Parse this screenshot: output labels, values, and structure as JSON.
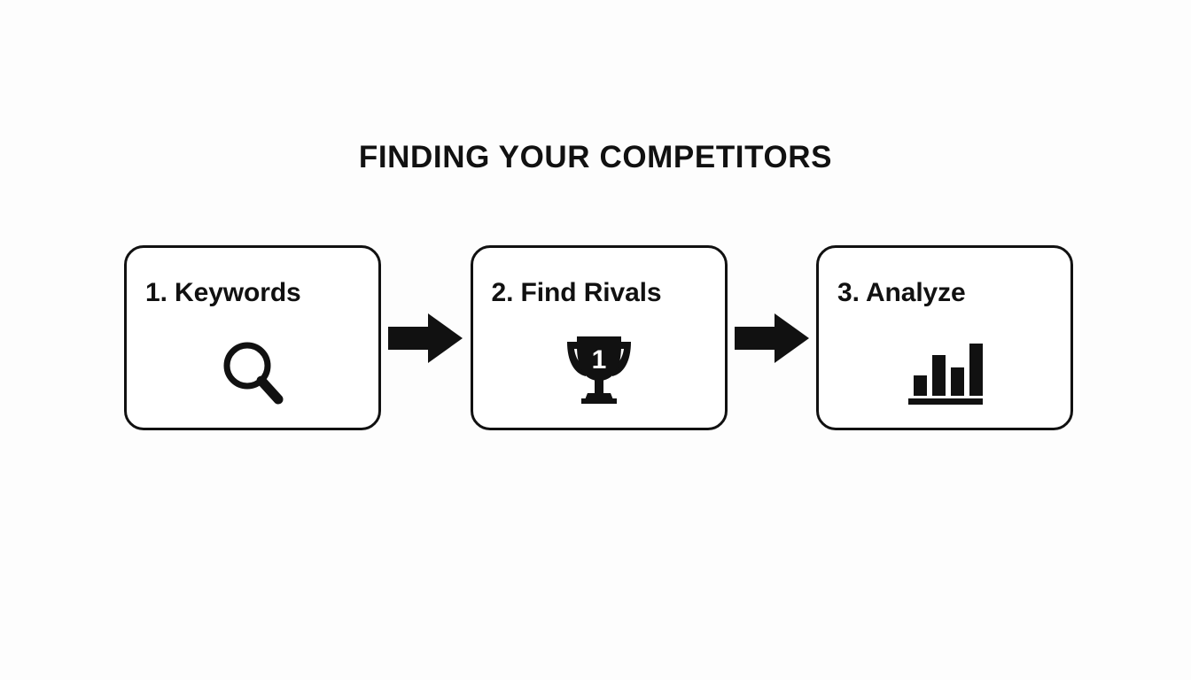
{
  "slide": {
    "title": "FINDING YOUR COMPETITORS",
    "background_color": "#fdfdfd",
    "ink_color": "#111111"
  },
  "flow": {
    "steps": [
      {
        "label": "1. Keywords",
        "number": "1",
        "name": "Keywords",
        "icon": "magnifying-glass-icon"
      },
      {
        "label": "2. Find Rivals",
        "number": "2",
        "name": "Find Rivals",
        "icon": "trophy-icon",
        "icon_badge": "1"
      },
      {
        "label": "3. Analyze",
        "number": "3",
        "name": "Analyze",
        "icon": "bar-chart-icon"
      }
    ],
    "connectors": [
      {
        "icon": "arrow-right-icon"
      },
      {
        "icon": "arrow-right-icon"
      }
    ]
  }
}
